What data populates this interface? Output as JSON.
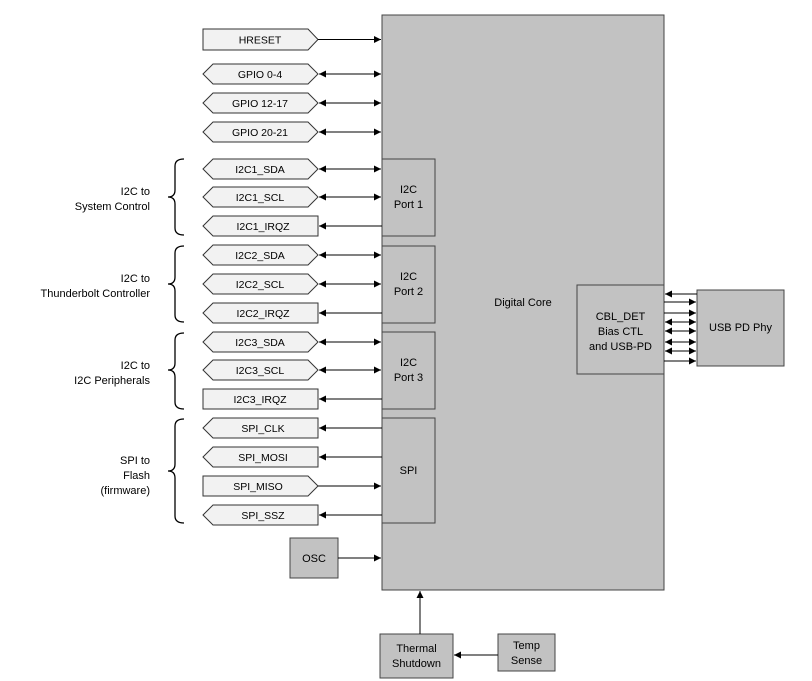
{
  "blocks": {
    "digital_core": "Digital Core",
    "i2c_port1": [
      "I2C",
      "Port 1"
    ],
    "i2c_port2": [
      "I2C",
      "Port 2"
    ],
    "i2c_port3": [
      "I2C",
      "Port 3"
    ],
    "spi": "SPI",
    "cbl": [
      "CBL_DET",
      "Bias CTL",
      "and USB-PD"
    ],
    "usb_pd_phy": "USB PD Phy",
    "osc": "OSC",
    "thermal": [
      "Thermal",
      "Shutdown"
    ],
    "temp": [
      "Temp",
      "Sense"
    ]
  },
  "signals": {
    "hreset": "HRESET",
    "gpio_0_4": "GPIO 0-4",
    "gpio_12_17": "GPIO 12-17",
    "gpio_20_21": "GPIO 20-21",
    "i2c1_sda": "I2C1_SDA",
    "i2c1_scl": "I2C1_SCL",
    "i2c1_irqz": "I2C1_IRQZ",
    "i2c2_sda": "I2C2_SDA",
    "i2c2_scl": "I2C2_SCL",
    "i2c2_irqz": "I2C2_IRQZ",
    "i2c3_sda": "I2C3_SDA",
    "i2c3_scl": "I2C3_SCL",
    "i2c3_irqz": "I2C3_IRQZ",
    "spi_clk": "SPI_CLK",
    "spi_mosi": "SPI_MOSI",
    "spi_miso": "SPI_MISO",
    "spi_ssz": "SPI_SSZ"
  },
  "groups": {
    "i2c1": [
      "I2C to",
      "System Control"
    ],
    "i2c2": [
      "I2C to",
      "Thunderbolt Controller"
    ],
    "i2c3": [
      "I2C to",
      "I2C Peripherals"
    ],
    "spi": [
      "SPI to",
      "Flash",
      "(firmware)"
    ]
  },
  "colors": {
    "block_fill": "#c2c2c2",
    "signal_fill": "#f2f2f2",
    "line": "#000000"
  }
}
